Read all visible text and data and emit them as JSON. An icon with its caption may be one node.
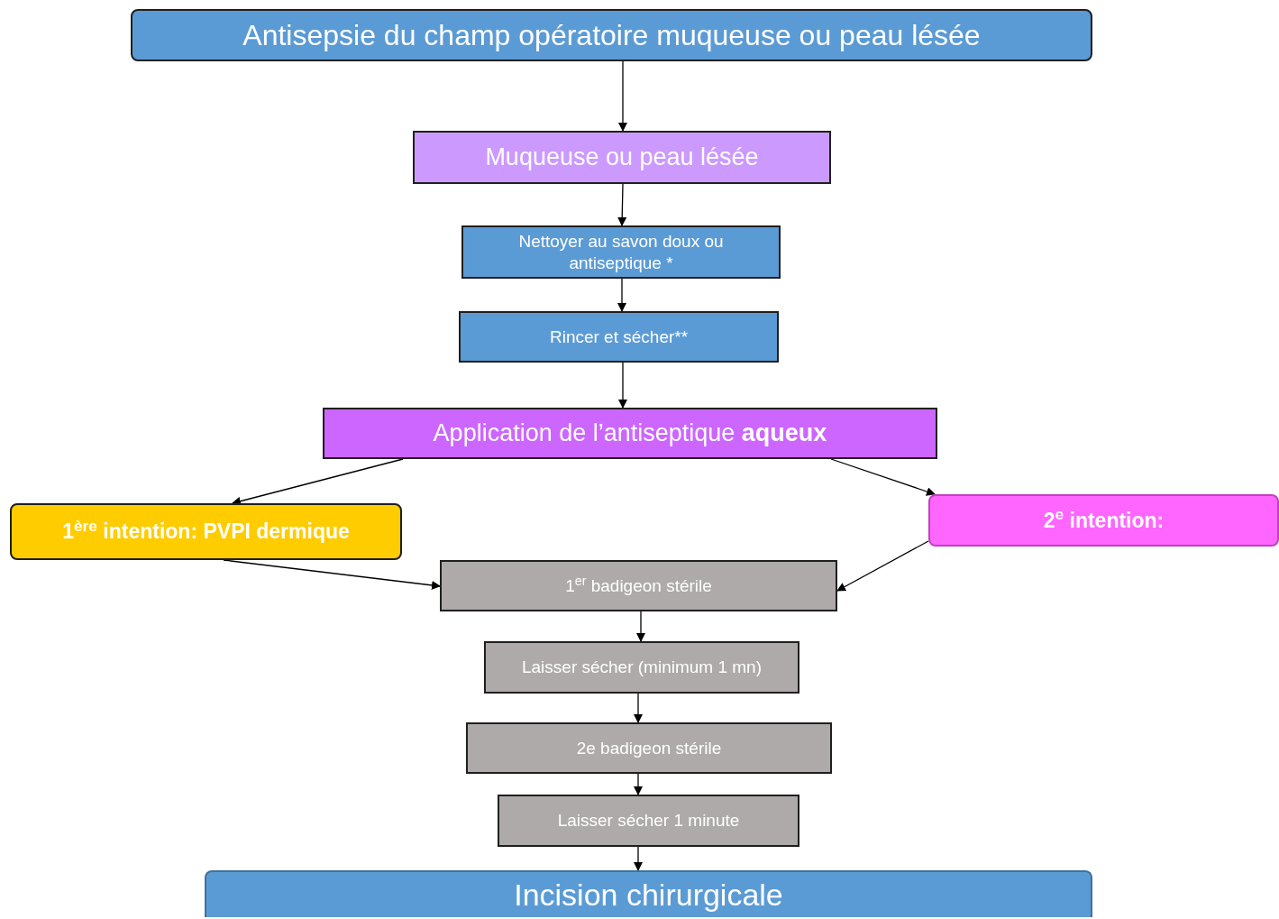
{
  "diagram": {
    "nodes": [
      {
        "text": [
          "Antisepsie du champ opératoire muqueuse ou peau lésée"
        ]
      },
      {
        "text": [
          "Muqueuse ou peau lésée"
        ]
      },
      {
        "text": [
          "Nettoyer au savon doux ou antiseptique *"
        ]
      },
      {
        "text": [
          "Rincer et sécher**"
        ]
      },
      {
        "text": [
          "Application de l’antiseptique **aqueux**"
        ]
      },
      {
        "text": [
          "1$^{ère}$ intention: PVPI dermique"
        ]
      },
      {
        "text": [
          "2$^{e}$ intention:"
        ]
      },
      {
        "text": [
          "1$^{er}$ badigeon stérile"
        ]
      },
      {
        "text": [
          "Laisser sécher (minimum 1 mn)"
        ]
      },
      {
        "text": [
          "2e badigeon stérile"
        ]
      },
      {
        "text": [
          "Laisser sécher 1 minute"
        ]
      },
      {
        "text": [
          "Incision chirurgicale"
        ]
      }
    ],
    "edges": [
      {
        "from": 0,
        "to": 1,
        "arrow": "to"
      },
      {
        "from": 1,
        "to": 2,
        "arrow": "to"
      },
      {
        "from": 2,
        "to": 3,
        "arrow": "to"
      },
      {
        "from": 3,
        "to": 4,
        "arrow": "to"
      },
      {
        "from": 4,
        "to": 5,
        "arrow": "to"
      },
      {
        "from": 4,
        "to": 6,
        "arrow": "to"
      },
      {
        "from": 5,
        "to": 7,
        "arrow": "to"
      },
      {
        "from": 6,
        "to": 7,
        "arrow": "to"
      },
      {
        "from": 7,
        "to": 8,
        "arrow": "to"
      },
      {
        "from": 8,
        "to": 9,
        "arrow": "to"
      },
      {
        "from": 9,
        "to": 10,
        "arrow": "to"
      },
      {
        "from": 10,
        "to": 11,
        "arrow": "to"
      }
    ]
  }
}
